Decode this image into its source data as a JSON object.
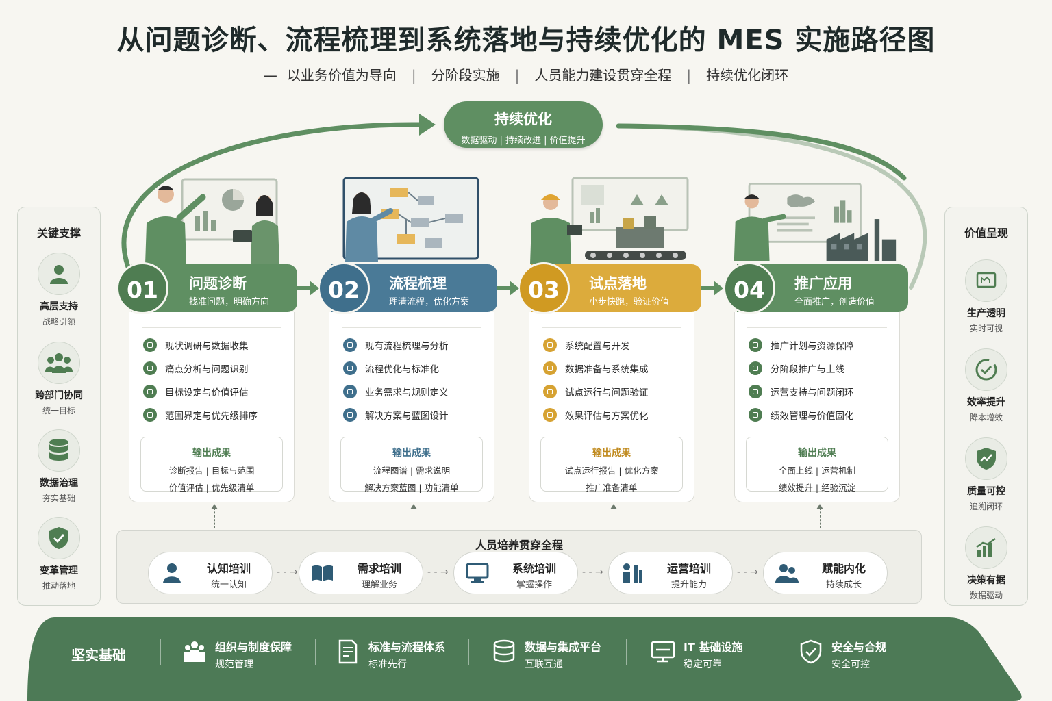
{
  "title": "从问题诊断、流程梳理到系统落地与持续优化的 MES 实施路径图",
  "subtitle": {
    "dash": "—",
    "items": [
      "以业务价值为导向",
      "分阶段实施",
      "人员能力建设贯穿全程",
      "持续优化闭环"
    ],
    "separator": "|"
  },
  "optimization": {
    "title": "持续优化",
    "subtitle": "数据驱动 | 持续改进 | 价值提升"
  },
  "left_panel": {
    "title": "关键支撑",
    "items": [
      {
        "name": "高层支持",
        "desc": "战略引领",
        "icon": "person-icon"
      },
      {
        "name": "跨部门协同",
        "desc": "统一目标",
        "icon": "team-icon"
      },
      {
        "name": "数据治理",
        "desc": "夯实基础",
        "icon": "database-icon"
      },
      {
        "name": "变革管理",
        "desc": "推动落地",
        "icon": "shield-check-icon"
      }
    ]
  },
  "right_panel": {
    "title": "价值呈现",
    "items": [
      {
        "name": "生产透明",
        "desc": "实时可视",
        "icon": "monitor-icon"
      },
      {
        "name": "效率提升",
        "desc": "降本增效",
        "icon": "gauge-icon"
      },
      {
        "name": "质量可控",
        "desc": "追溯闭环",
        "icon": "quality-shield-icon"
      },
      {
        "name": "决策有据",
        "desc": "数据驱动",
        "icon": "bar-chart-icon"
      }
    ]
  },
  "stages": [
    {
      "num": "01",
      "title": "问题诊断",
      "subtitle": "找准问题，明确方向",
      "color": "#4f7d52",
      "tasks": [
        "现状调研与数据收集",
        "痛点分析与问题识别",
        "目标设定与价值评估",
        "范围界定与优先级排序"
      ],
      "output_title": "输出成果",
      "output_lines": [
        "诊断报告 | 目标与范围",
        "价值评估 | 优先级清单"
      ]
    },
    {
      "num": "02",
      "title": "流程梳理",
      "subtitle": "理清流程，优化方案",
      "color": "#3f6f8c",
      "tasks": [
        "现有流程梳理与分析",
        "流程优化与标准化",
        "业务需求与规则定义",
        "解决方案与蓝图设计"
      ],
      "output_title": "输出成果",
      "output_lines": [
        "流程图谱 | 需求说明",
        "解决方案蓝图 | 功能清单"
      ]
    },
    {
      "num": "03",
      "title": "试点落地",
      "subtitle": "小步快跑，验证价值",
      "color": "#d6a232",
      "tasks": [
        "系统配置与开发",
        "数据准备与系统集成",
        "试点运行与问题验证",
        "效果评估与方案优化"
      ],
      "output_title": "输出成果",
      "output_lines": [
        "试点运行报告 | 优化方案",
        "推广准备清单"
      ]
    },
    {
      "num": "04",
      "title": "推广应用",
      "subtitle": "全面推广，创造价值",
      "color": "#4f7d52",
      "tasks": [
        "推广计划与资源保障",
        "分阶段推广与上线",
        "运营支持与问题闭环",
        "绩效管理与价值固化"
      ],
      "output_title": "输出成果",
      "output_lines": [
        "全面上线 | 运营机制",
        "绩效提升 | 经验沉淀"
      ]
    }
  ],
  "training": {
    "title": "人员培养贯穿全程",
    "nodes": [
      {
        "name": "认知培训",
        "desc": "统一认知",
        "icon": "person-icon"
      },
      {
        "name": "需求培训",
        "desc": "理解业务",
        "icon": "book-icon"
      },
      {
        "name": "系统培训",
        "desc": "掌握操作",
        "icon": "computer-icon"
      },
      {
        "name": "运营培训",
        "desc": "提升能力",
        "icon": "presenter-icon"
      },
      {
        "name": "赋能内化",
        "desc": "持续成长",
        "icon": "group-icon"
      }
    ]
  },
  "foundation": {
    "title": "坚实基础",
    "items": [
      {
        "name": "组织与制度保障",
        "desc": "规范管理",
        "icon": "org-icon"
      },
      {
        "name": "标准与流程体系",
        "desc": "标准先行",
        "icon": "document-icon"
      },
      {
        "name": "数据与集成平台",
        "desc": "互联互通",
        "icon": "database-icon"
      },
      {
        "name": "IT 基础设施",
        "desc": "稳定可靠",
        "icon": "server-icon"
      },
      {
        "name": "安全与合规",
        "desc": "安全可控",
        "icon": "shield-icon"
      }
    ]
  },
  "colors": {
    "green": "#5f8f62",
    "dark_green": "#4f7d52",
    "blue": "#3f6f8c",
    "gold": "#d6a232",
    "foundation": "#4d7a56"
  }
}
